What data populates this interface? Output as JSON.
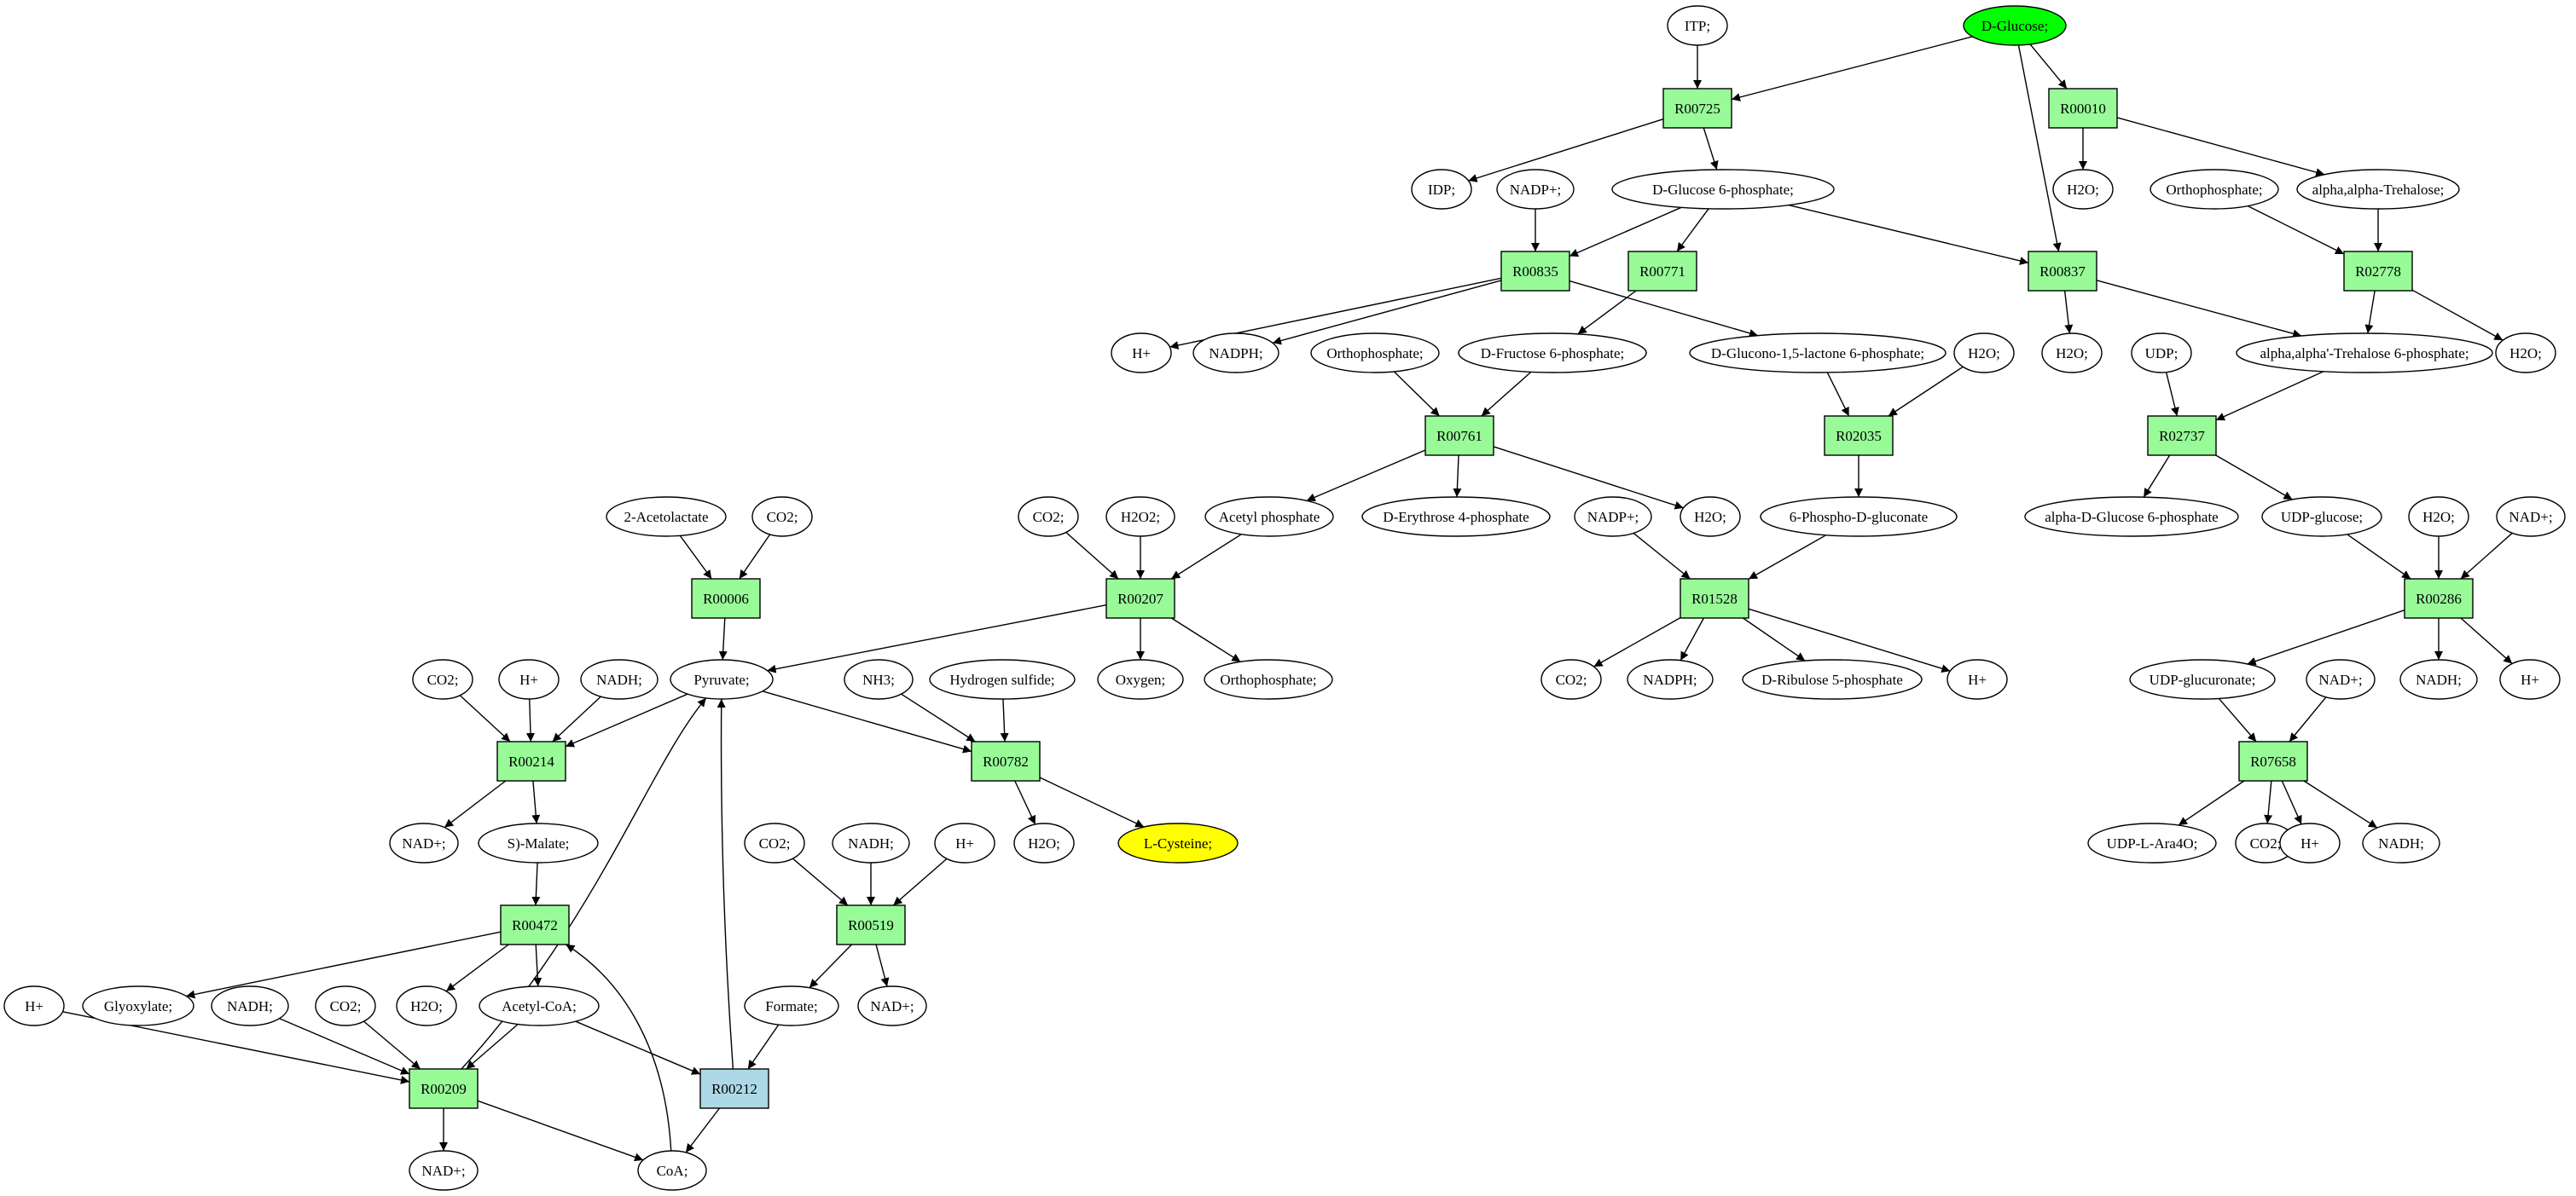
{
  "colors": {
    "reaction": "#98fb98",
    "reaction_highlight": "#add8e6",
    "compound": "#ffffff",
    "source": "#00ff00",
    "target": "#ffff00",
    "stroke": "#000000"
  },
  "nodes": [
    {
      "id": "c_itp",
      "label": "ITP;",
      "kind": "compound"
    },
    {
      "id": "c_dglucose",
      "label": "D-Glucose;",
      "kind": "source"
    },
    {
      "id": "r00725",
      "label": "R00725",
      "kind": "reaction"
    },
    {
      "id": "r00010",
      "label": "R00010",
      "kind": "reaction"
    },
    {
      "id": "c_idp",
      "label": "IDP;",
      "kind": "compound"
    },
    {
      "id": "c_nadp1",
      "label": "NADP+;",
      "kind": "compound"
    },
    {
      "id": "c_g6p",
      "label": "D-Glucose 6-phosphate;",
      "kind": "compound"
    },
    {
      "id": "c_h2o_a",
      "label": "H2O;",
      "kind": "compound"
    },
    {
      "id": "c_ortho1",
      "label": "Orthophosphate;",
      "kind": "compound"
    },
    {
      "id": "c_trehalose",
      "label": "alpha,alpha-Trehalose;",
      "kind": "compound"
    },
    {
      "id": "r00835",
      "label": "R00835",
      "kind": "reaction"
    },
    {
      "id": "r00771",
      "label": "R00771",
      "kind": "reaction"
    },
    {
      "id": "r00837",
      "label": "R00837",
      "kind": "reaction"
    },
    {
      "id": "r02778",
      "label": "R02778",
      "kind": "reaction"
    },
    {
      "id": "c_hplus1",
      "label": "H+",
      "kind": "compound"
    },
    {
      "id": "c_nadph1",
      "label": "NADPH;",
      "kind": "compound"
    },
    {
      "id": "c_ortho2",
      "label": "Orthophosphate;",
      "kind": "compound"
    },
    {
      "id": "c_f6p",
      "label": "D-Fructose 6-phosphate;",
      "kind": "compound"
    },
    {
      "id": "c_glucono",
      "label": "D-Glucono-1,5-lactone 6-phosphate;",
      "kind": "compound"
    },
    {
      "id": "c_h2o_b",
      "label": "H2O;",
      "kind": "compound"
    },
    {
      "id": "c_h2o_c",
      "label": "H2O;",
      "kind": "compound"
    },
    {
      "id": "c_udp",
      "label": "UDP;",
      "kind": "compound"
    },
    {
      "id": "c_t6p",
      "label": "alpha,alpha'-Trehalose 6-phosphate;",
      "kind": "compound"
    },
    {
      "id": "c_h2o_d",
      "label": "H2O;",
      "kind": "compound"
    },
    {
      "id": "r00761",
      "label": "R00761",
      "kind": "reaction"
    },
    {
      "id": "r02035",
      "label": "R02035",
      "kind": "reaction"
    },
    {
      "id": "r02737",
      "label": "R02737",
      "kind": "reaction"
    },
    {
      "id": "c_acetolactate",
      "label": "2-Acetolactate",
      "kind": "compound"
    },
    {
      "id": "c_co2_1",
      "label": "CO2;",
      "kind": "compound"
    },
    {
      "id": "c_co2_2",
      "label": "CO2;",
      "kind": "compound"
    },
    {
      "id": "c_h2o2",
      "label": "H2O2;",
      "kind": "compound"
    },
    {
      "id": "c_acetylp",
      "label": "Acetyl phosphate",
      "kind": "compound"
    },
    {
      "id": "c_e4p",
      "label": "D-Erythrose 4-phosphate",
      "kind": "compound"
    },
    {
      "id": "c_h2o_e",
      "label": "H2O;",
      "kind": "compound"
    },
    {
      "id": "c_nadp2",
      "label": "NADP+;",
      "kind": "compound"
    },
    {
      "id": "c_6pg",
      "label": "6-Phospho-D-gluconate",
      "kind": "compound"
    },
    {
      "id": "c_ag6p",
      "label": "alpha-D-Glucose 6-phosphate",
      "kind": "compound"
    },
    {
      "id": "c_udpglucose",
      "label": "UDP-glucose;",
      "kind": "compound"
    },
    {
      "id": "c_h2o_f",
      "label": "H2O;",
      "kind": "compound"
    },
    {
      "id": "c_nad1",
      "label": "NAD+;",
      "kind": "compound"
    },
    {
      "id": "r00006",
      "label": "R00006",
      "kind": "reaction"
    },
    {
      "id": "r00207",
      "label": "R00207",
      "kind": "reaction"
    },
    {
      "id": "r01528",
      "label": "R01528",
      "kind": "reaction"
    },
    {
      "id": "r00286",
      "label": "R00286",
      "kind": "reaction"
    },
    {
      "id": "c_co2_3",
      "label": "CO2;",
      "kind": "compound"
    },
    {
      "id": "c_hplus2",
      "label": "H+",
      "kind": "compound"
    },
    {
      "id": "c_nadh1",
      "label": "NADH;",
      "kind": "compound"
    },
    {
      "id": "c_pyruvate",
      "label": "Pyruvate;",
      "kind": "compound"
    },
    {
      "id": "c_nh3",
      "label": "NH3;",
      "kind": "compound"
    },
    {
      "id": "c_h2s",
      "label": "Hydrogen sulfide;",
      "kind": "compound"
    },
    {
      "id": "c_oxygen",
      "label": "Oxygen;",
      "kind": "compound"
    },
    {
      "id": "c_ortho3",
      "label": "Orthophosphate;",
      "kind": "compound"
    },
    {
      "id": "c_co2_4",
      "label": "CO2;",
      "kind": "compound"
    },
    {
      "id": "c_nadph2",
      "label": "NADPH;",
      "kind": "compound"
    },
    {
      "id": "c_r5p",
      "label": "D-Ribulose 5-phosphate",
      "kind": "compound"
    },
    {
      "id": "c_hplus3",
      "label": "H+",
      "kind": "compound"
    },
    {
      "id": "c_udpglcu",
      "label": "UDP-glucuronate;",
      "kind": "compound"
    },
    {
      "id": "c_nad2",
      "label": "NAD+;",
      "kind": "compound"
    },
    {
      "id": "c_nadh2",
      "label": "NADH;",
      "kind": "compound"
    },
    {
      "id": "c_hplus4",
      "label": "H+",
      "kind": "compound"
    },
    {
      "id": "r00214",
      "label": "R00214",
      "kind": "reaction"
    },
    {
      "id": "r00782",
      "label": "R00782",
      "kind": "reaction"
    },
    {
      "id": "r07658",
      "label": "R07658",
      "kind": "reaction"
    },
    {
      "id": "c_nad3",
      "label": "NAD+;",
      "kind": "compound"
    },
    {
      "id": "c_malate",
      "label": "S)-Malate;",
      "kind": "compound"
    },
    {
      "id": "c_co2_5",
      "label": "CO2;",
      "kind": "compound"
    },
    {
      "id": "c_nadh3",
      "label": "NADH;",
      "kind": "compound"
    },
    {
      "id": "c_hplus5",
      "label": "H+",
      "kind": "compound"
    },
    {
      "id": "c_h2o_g",
      "label": "H2O;",
      "kind": "compound"
    },
    {
      "id": "c_cysteine",
      "label": "L-Cysteine;",
      "kind": "target"
    },
    {
      "id": "c_udpara",
      "label": "UDP-L-Ara4O;",
      "kind": "compound"
    },
    {
      "id": "c_co2_6",
      "label": "CO2;",
      "kind": "compound"
    },
    {
      "id": "c_hplus6",
      "label": "H+",
      "kind": "compound"
    },
    {
      "id": "c_nadh4",
      "label": "NADH;",
      "kind": "compound"
    },
    {
      "id": "r00472",
      "label": "R00472",
      "kind": "reaction"
    },
    {
      "id": "r00519",
      "label": "R00519",
      "kind": "reaction"
    },
    {
      "id": "c_hplus7",
      "label": "H+",
      "kind": "compound"
    },
    {
      "id": "c_glyoxylate",
      "label": "Glyoxylate;",
      "kind": "compound"
    },
    {
      "id": "c_nadh5",
      "label": "NADH;",
      "kind": "compound"
    },
    {
      "id": "c_co2_7",
      "label": "CO2;",
      "kind": "compound"
    },
    {
      "id": "c_h2o_h",
      "label": "H2O;",
      "kind": "compound"
    },
    {
      "id": "c_acetylcoa",
      "label": "Acetyl-CoA;",
      "kind": "compound"
    },
    {
      "id": "c_formate",
      "label": "Formate;",
      "kind": "compound"
    },
    {
      "id": "c_nad4",
      "label": "NAD+;",
      "kind": "compound"
    },
    {
      "id": "r00209",
      "label": "R00209",
      "kind": "reaction"
    },
    {
      "id": "r00212",
      "label": "R00212",
      "kind": "reaction_highlight"
    },
    {
      "id": "c_nad5",
      "label": "NAD+;",
      "kind": "compound"
    },
    {
      "id": "c_coa",
      "label": "CoA;",
      "kind": "compound"
    }
  ],
  "edges": [
    [
      "c_itp",
      "r00725"
    ],
    [
      "c_dglucose",
      "r00725"
    ],
    [
      "c_dglucose",
      "r00010"
    ],
    [
      "c_dglucose",
      "r00837"
    ],
    [
      "r00725",
      "c_idp"
    ],
    [
      "r00725",
      "c_g6p"
    ],
    [
      "r00010",
      "c_h2o_a"
    ],
    [
      "r00010",
      "c_trehalose"
    ],
    [
      "c_nadp1",
      "r00835"
    ],
    [
      "c_g6p",
      "r00835"
    ],
    [
      "c_g6p",
      "r00771"
    ],
    [
      "c_g6p",
      "r00837"
    ],
    [
      "c_ortho1",
      "r02778"
    ],
    [
      "c_trehalose",
      "r02778"
    ],
    [
      "r00835",
      "c_hplus1"
    ],
    [
      "r00835",
      "c_nadph1"
    ],
    [
      "r00835",
      "c_glucono"
    ],
    [
      "r00771",
      "c_f6p"
    ],
    [
      "r00837",
      "c_h2o_c"
    ],
    [
      "r00837",
      "c_t6p"
    ],
    [
      "r02778",
      "c_t6p"
    ],
    [
      "r02778",
      "c_h2o_d"
    ],
    [
      "c_ortho2",
      "r00761"
    ],
    [
      "c_f6p",
      "r00761"
    ],
    [
      "c_glucono",
      "r02035"
    ],
    [
      "c_h2o_b",
      "r02035"
    ],
    [
      "c_udp",
      "r02737"
    ],
    [
      "c_t6p",
      "r02737"
    ],
    [
      "r00761",
      "c_acetylp"
    ],
    [
      "r00761",
      "c_e4p"
    ],
    [
      "r00761",
      "c_h2o_e"
    ],
    [
      "r02035",
      "c_6pg"
    ],
    [
      "r02737",
      "c_ag6p"
    ],
    [
      "r02737",
      "c_udpglucose"
    ],
    [
      "c_acetolactate",
      "r00006"
    ],
    [
      "c_co2_1",
      "r00006"
    ],
    [
      "c_co2_2",
      "r00207"
    ],
    [
      "c_h2o2",
      "r00207"
    ],
    [
      "c_acetylp",
      "r00207"
    ],
    [
      "c_nadp2",
      "r01528"
    ],
    [
      "c_6pg",
      "r01528"
    ],
    [
      "c_udpglucose",
      "r00286"
    ],
    [
      "c_h2o_f",
      "r00286"
    ],
    [
      "c_nad1",
      "r00286"
    ],
    [
      "r00006",
      "c_pyruvate"
    ],
    [
      "r00207",
      "c_pyruvate"
    ],
    [
      "r00207",
      "c_oxygen"
    ],
    [
      "r00207",
      "c_ortho3"
    ],
    [
      "r01528",
      "c_co2_4"
    ],
    [
      "r01528",
      "c_nadph2"
    ],
    [
      "r01528",
      "c_r5p"
    ],
    [
      "r01528",
      "c_hplus3"
    ],
    [
      "r00286",
      "c_udpglcu"
    ],
    [
      "r00286",
      "c_nadh2"
    ],
    [
      "r00286",
      "c_hplus4"
    ],
    [
      "c_co2_3",
      "r00214"
    ],
    [
      "c_hplus2",
      "r00214"
    ],
    [
      "c_nadh1",
      "r00214"
    ],
    [
      "c_pyruvate",
      "r00214"
    ],
    [
      "c_pyruvate",
      "r00782"
    ],
    [
      "c_nh3",
      "r00782"
    ],
    [
      "c_h2s",
      "r00782"
    ],
    [
      "c_udpglcu",
      "r07658"
    ],
    [
      "c_nad2",
      "r07658"
    ],
    [
      "r00214",
      "c_nad3"
    ],
    [
      "r00214",
      "c_malate"
    ],
    [
      "r00782",
      "c_h2o_g"
    ],
    [
      "r00782",
      "c_cysteine"
    ],
    [
      "r07658",
      "c_udpara"
    ],
    [
      "r07658",
      "c_co2_6"
    ],
    [
      "r07658",
      "c_hplus6"
    ],
    [
      "r07658",
      "c_nadh4"
    ],
    [
      "c_malate",
      "r00472"
    ],
    [
      "c_co2_5",
      "r00519"
    ],
    [
      "c_nadh3",
      "r00519"
    ],
    [
      "c_hplus5",
      "r00519"
    ],
    [
      "r00472",
      "c_glyoxylate"
    ],
    [
      "r00472",
      "c_h2o_h"
    ],
    [
      "r00472",
      "c_acetylcoa"
    ],
    [
      "r00519",
      "c_formate"
    ],
    [
      "r00519",
      "c_nad4"
    ],
    [
      "c_hplus7",
      "r00209"
    ],
    [
      "c_nadh5",
      "r00209"
    ],
    [
      "c_co2_7",
      "r00209"
    ],
    [
      "c_acetylcoa",
      "r00209"
    ],
    [
      "c_acetylcoa",
      "r00212"
    ],
    [
      "c_formate",
      "r00212"
    ],
    [
      "r00209",
      "c_nad5"
    ],
    [
      "r00209",
      "c_coa"
    ],
    [
      "r00209",
      "c_pyruvate"
    ],
    [
      "r00212",
      "c_coa"
    ],
    [
      "r00212",
      "c_pyruvate"
    ],
    [
      "c_coa",
      "r00472"
    ]
  ]
}
